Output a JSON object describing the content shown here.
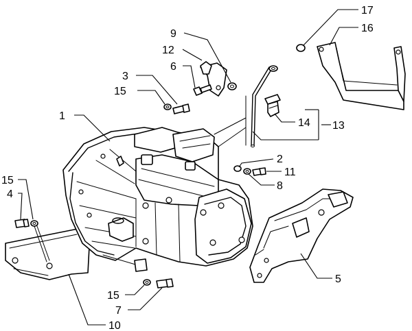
{
  "callouts": [
    {
      "id": "c1",
      "text": "1"
    },
    {
      "id": "c2",
      "text": "2"
    },
    {
      "id": "c3",
      "text": "3"
    },
    {
      "id": "c4",
      "text": "4"
    },
    {
      "id": "c5",
      "text": "5"
    },
    {
      "id": "c6",
      "text": "6"
    },
    {
      "id": "c7",
      "text": "7"
    },
    {
      "id": "c8",
      "text": "8"
    },
    {
      "id": "c9",
      "text": "9"
    },
    {
      "id": "c10",
      "text": "10"
    },
    {
      "id": "c11",
      "text": "11"
    },
    {
      "id": "c12",
      "text": "12"
    },
    {
      "id": "c13",
      "text": "13"
    },
    {
      "id": "c14",
      "text": "14"
    },
    {
      "id": "c15a",
      "text": "15"
    },
    {
      "id": "c15b",
      "text": "15"
    },
    {
      "id": "c15c",
      "text": "15"
    },
    {
      "id": "c16",
      "text": "16"
    },
    {
      "id": "c17",
      "text": "17"
    }
  ]
}
